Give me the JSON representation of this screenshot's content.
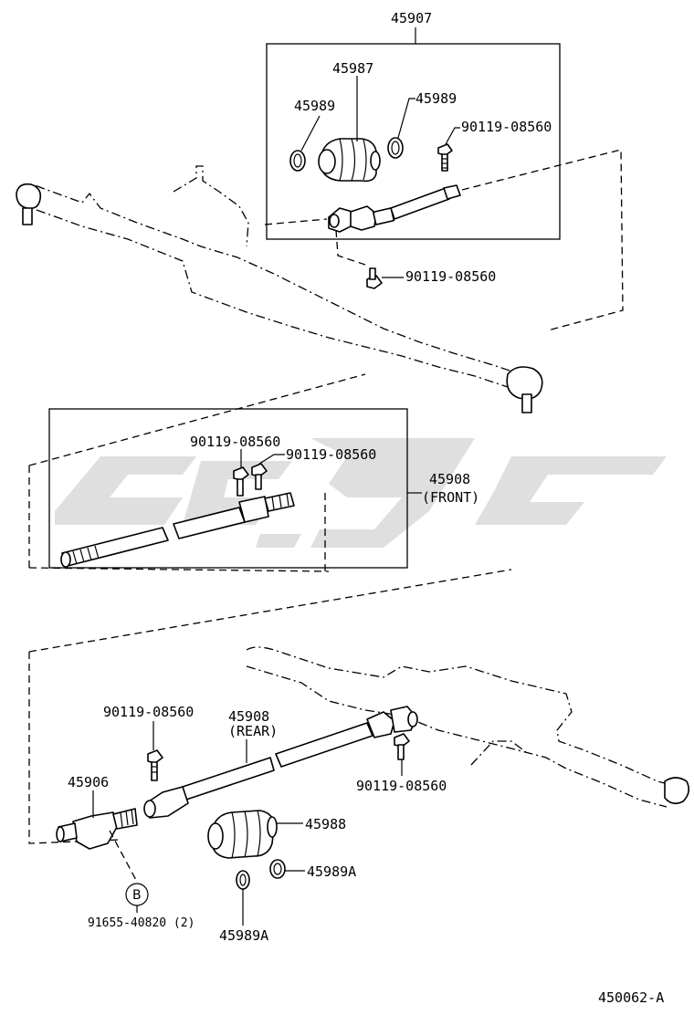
{
  "diagram": {
    "labels": {
      "p45907": "45907",
      "p45987": "45987",
      "p45989_left": "45989",
      "p45989_right": "45989",
      "bolt_top_box": "90119-08560",
      "bolt_rack": "90119-08560",
      "bolt_mid_left": "90119-08560",
      "bolt_mid_right": "90119-08560",
      "p45908_front_num": "45908",
      "p45908_front_txt": "(FRONT)",
      "bolt_lower_left": "90119-08560",
      "p45908_rear_num": "45908",
      "p45908_rear_txt": "(REAR)",
      "bolt_lower_right": "90119-08560",
      "p45906": "45906",
      "p45988": "45988",
      "p45989A_right": "45989A",
      "p45989A_bottom": "45989A",
      "ref_B": "B",
      "p91655": "91655-40820 (2)",
      "figure_code": "450062-A"
    }
  }
}
